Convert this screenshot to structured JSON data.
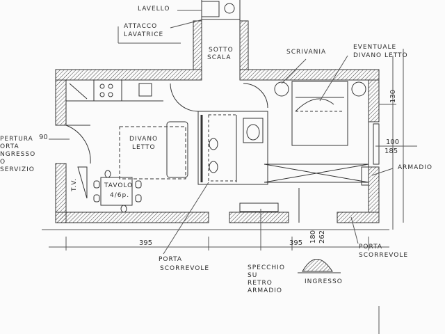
{
  "labels": {
    "lavello": "LAVELLO",
    "attacco_1": "ATTACCO",
    "attacco_2": "LAVATRICE",
    "sotto_1": "SOTTO",
    "sotto_2": "SCALA",
    "scrivania": "SCRIVANIA",
    "eventuale_1": "EVENTUALE",
    "eventuale_2": "DIVANO LETTO",
    "apertura": [
      "PERTURA",
      "ORTA",
      "NGRESSO",
      "O",
      "SERVIZIO"
    ],
    "divano_1": "DIVANO",
    "divano_2": "LETTO",
    "tv": "T.V.",
    "tavolo_1": "TAVOLO",
    "tavolo_2": "4/6p.",
    "armadio": "ARMADIO",
    "porta_scorrevole_left_1": "PORTA",
    "porta_scorrevole_left_2": "SCORREVOLE",
    "specchio": [
      "SPECCHIO",
      "SU",
      "RETRO",
      "ARMADIO"
    ],
    "ingresso": "INGRESSO",
    "porta_scorrevole_right_1": "PORTA",
    "porta_scorrevole_right_2": "SCORREVOLE"
  },
  "dimensions": {
    "door_width": "90",
    "right_130": "130",
    "right_100": "100",
    "right_185": "185",
    "bottom_left": "395",
    "bottom_right": "395",
    "bottom_180": "180",
    "bottom_262": "262"
  }
}
